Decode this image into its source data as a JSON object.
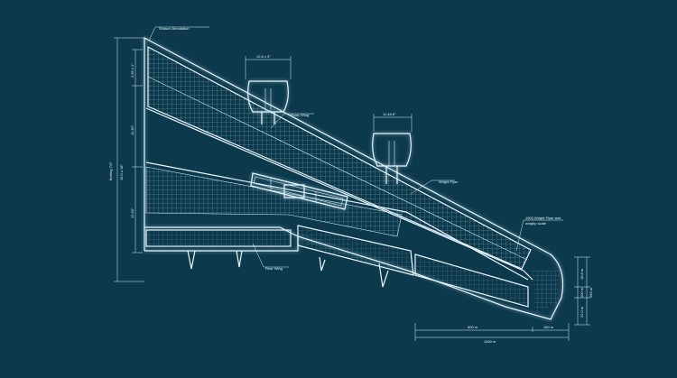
{
  "colors": {
    "background": "#0c3a4c",
    "line": "#e9f6ff",
    "grid": "#cde9f5"
  },
  "labels": {
    "top_callout": "Season Annotation",
    "sonic_wing": "Sonic Wing",
    "wright_flyer": "Wright Flyer",
    "note": "1903 Wright Flyer and",
    "note2": "wingtip scale",
    "rear_wing": "Rear Wing",
    "boeing": "Boeing 747",
    "dim_total": "15.0 x 18\"",
    "dim_a": "2.55 x 1\"",
    "dim_b": "11.30\"",
    "dim_c": "12.60\"",
    "engine1_dim": "12.6 x 3\"",
    "engine2_dim": "11.48.6\"",
    "bottom_left": "800 m",
    "bottom_right": "180 m",
    "bottom_total": "1000 m",
    "right_a": "18.8 m",
    "right_b": "100 m",
    "right_c": "22.0 m",
    "right_total": "260 m"
  }
}
